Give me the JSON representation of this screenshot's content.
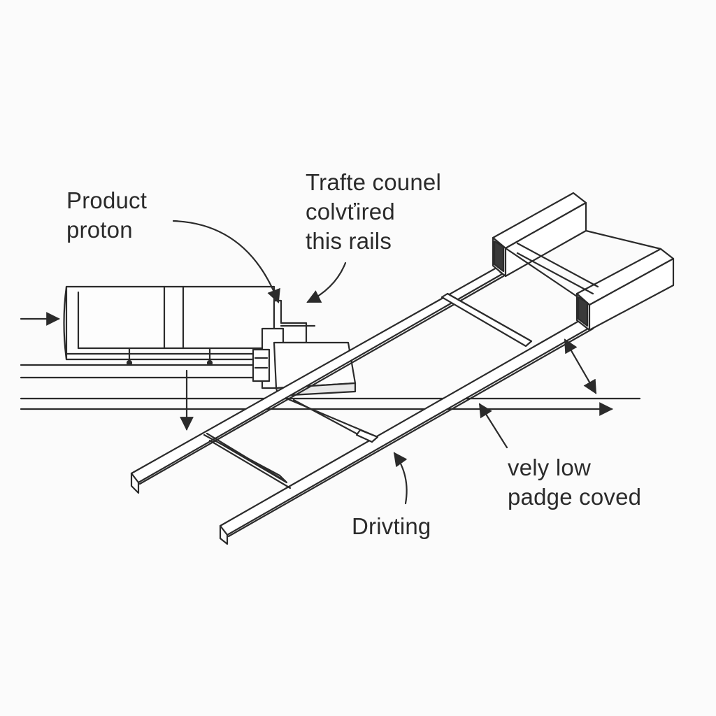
{
  "labels": {
    "product": {
      "lines": [
        "Product",
        "proton"
      ]
    },
    "traffic": {
      "lines": [
        "Trafte counel",
        "colvťired",
        "this rails"
      ]
    },
    "driving": {
      "lines": [
        "Drivting"
      ]
    },
    "vely": {
      "lines": [
        "vely low",
        "padge coved"
      ]
    }
  },
  "colors": {
    "ink": "#2b2b2b",
    "background": "#fbfbfb"
  }
}
